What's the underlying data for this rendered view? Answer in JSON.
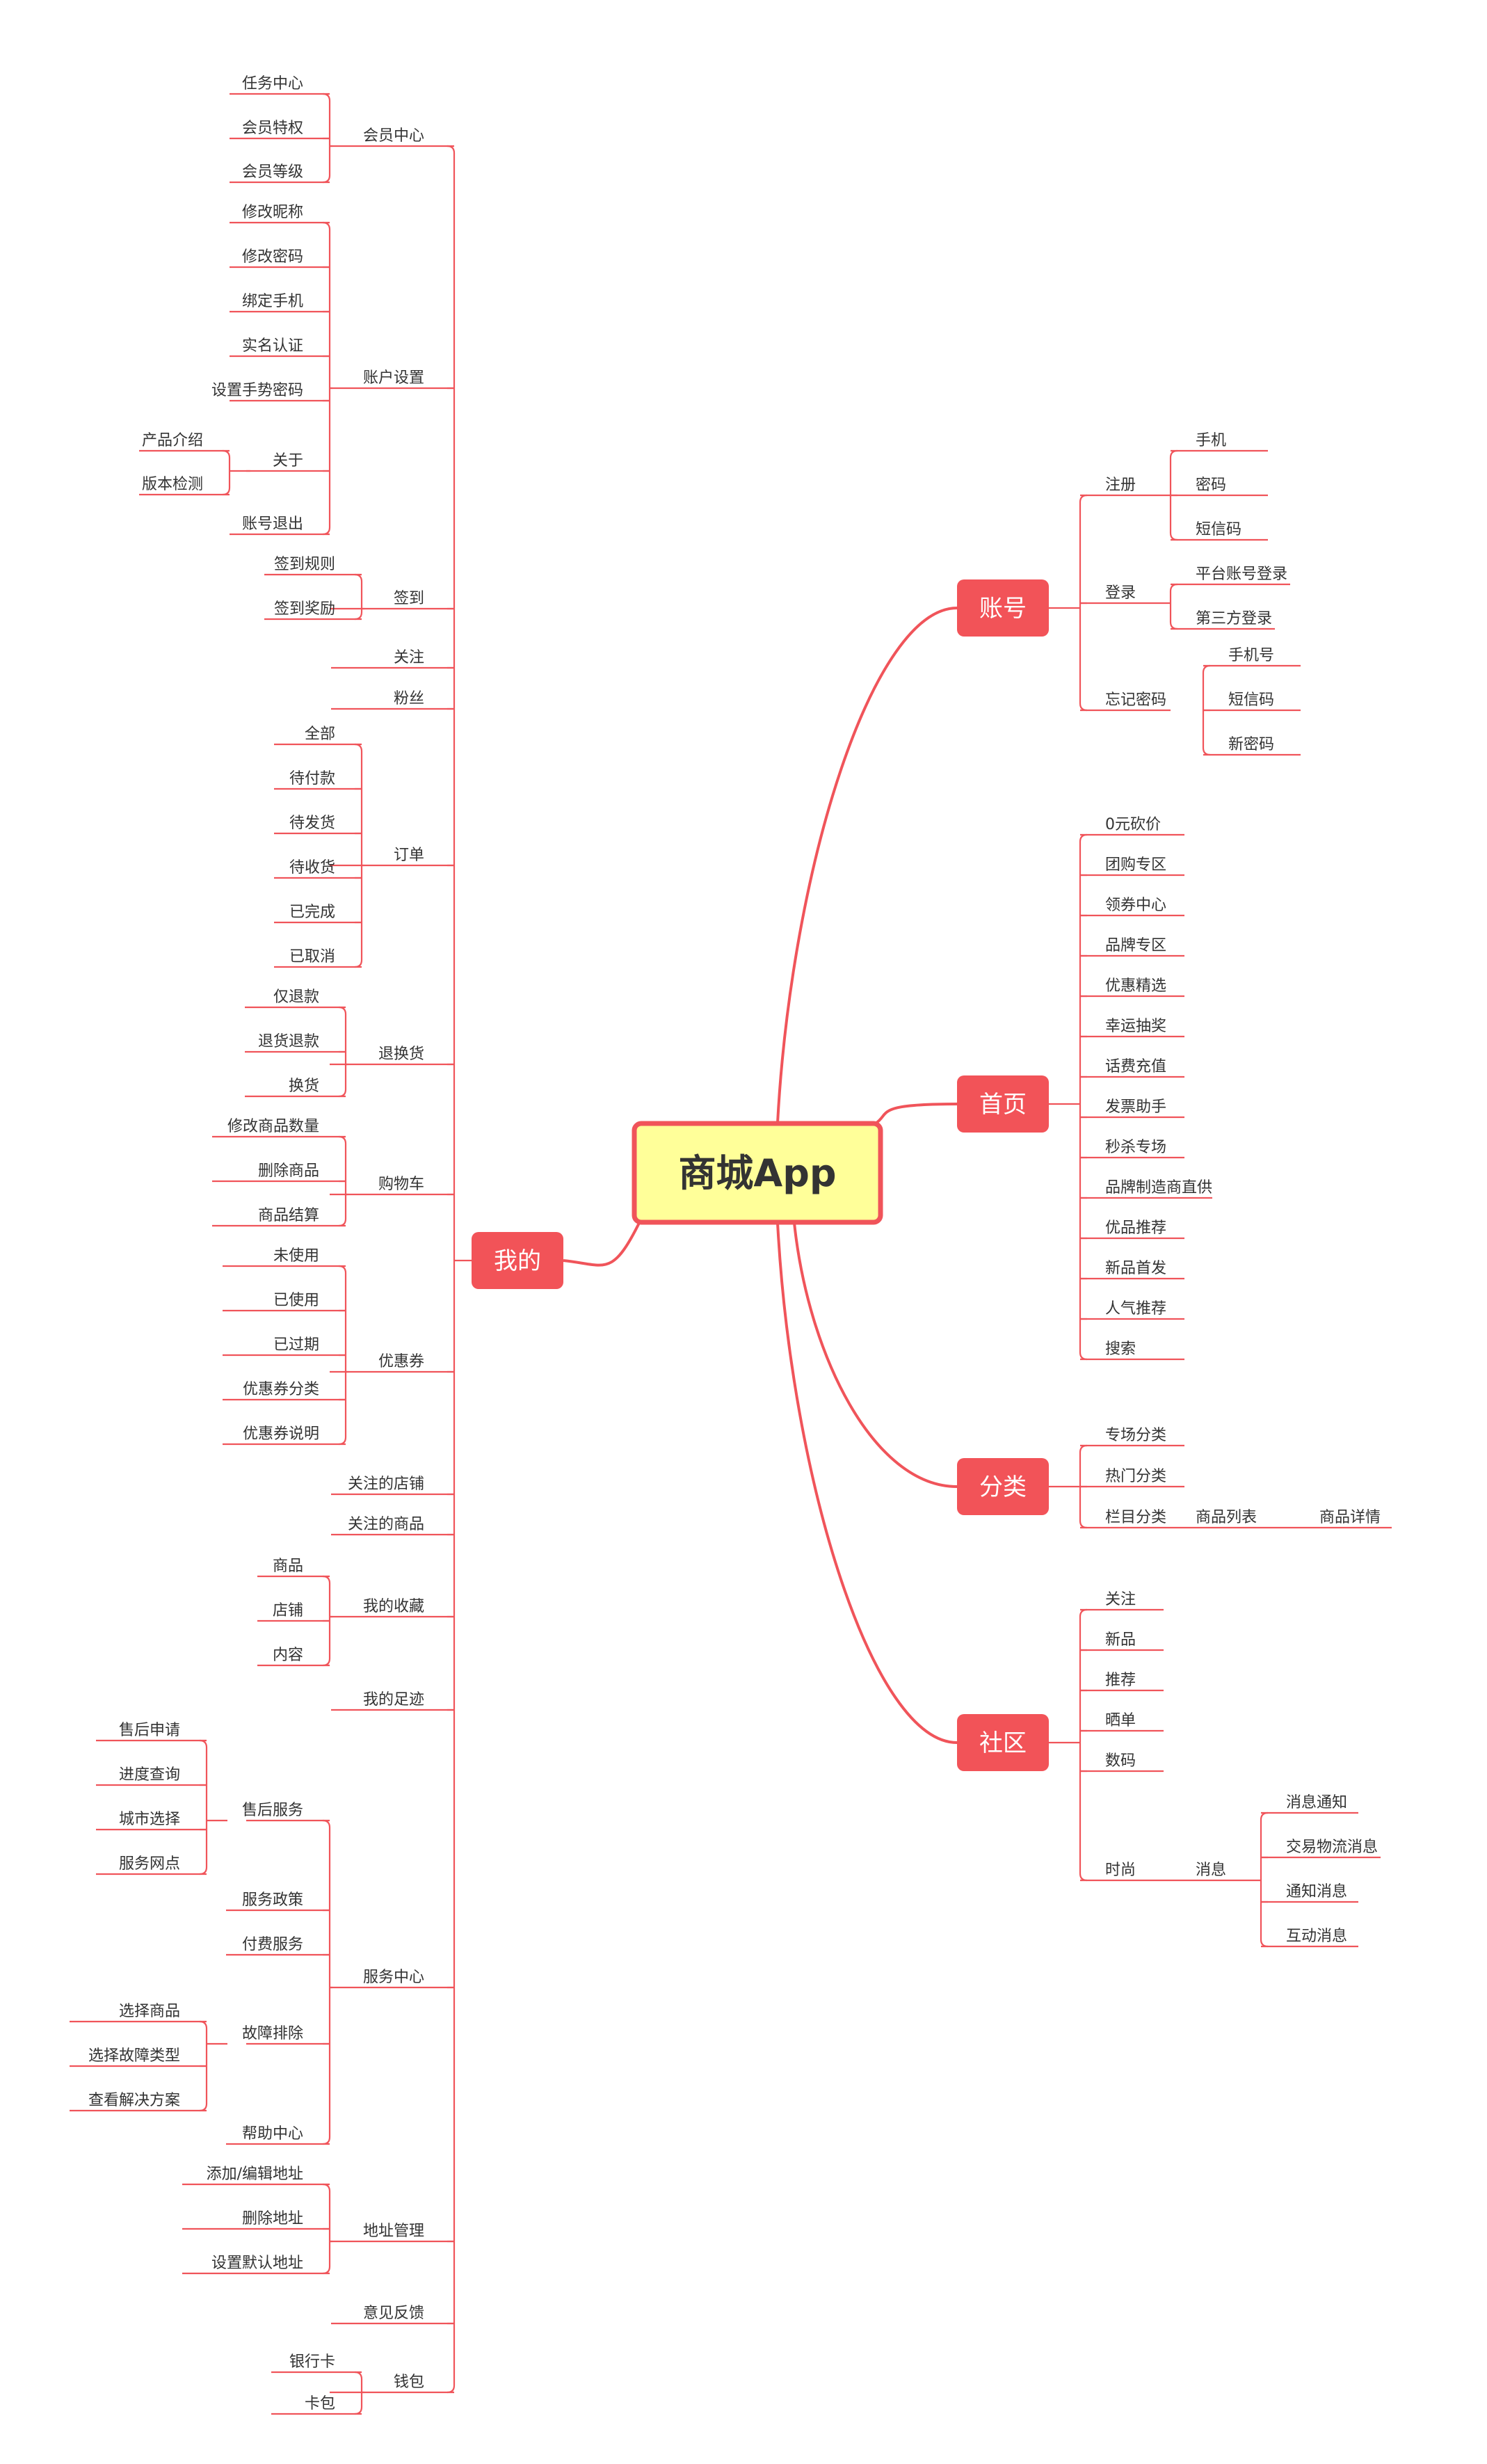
{
  "center": {
    "label": "商城App",
    "fill": "#ffff99",
    "stroke": "#f0545a"
  },
  "colors": {
    "line": "#f0545a",
    "node": "#f25358",
    "text": "#333333"
  },
  "branches": [
    {
      "label": "我的",
      "children": [
        {
          "label": "会员中心",
          "children": [
            {
              "label": "任务中心"
            },
            {
              "label": "会员特权"
            },
            {
              "label": "会员等级"
            }
          ]
        },
        {
          "label": "账户设置",
          "children": [
            {
              "label": "修改昵称"
            },
            {
              "label": "修改密码"
            },
            {
              "label": "绑定手机"
            },
            {
              "label": "实名认证"
            },
            {
              "label": "设置手势密码"
            },
            {
              "label": "关于",
              "children": [
                {
                  "label": "产品介绍"
                },
                {
                  "label": "版本检测"
                }
              ]
            },
            {
              "label": "账号退出"
            }
          ]
        },
        {
          "label": "签到",
          "children": [
            {
              "label": "签到规则"
            },
            {
              "label": "签到奖励"
            }
          ]
        },
        {
          "label": "关注"
        },
        {
          "label": "粉丝"
        },
        {
          "label": "订单",
          "children": [
            {
              "label": "全部"
            },
            {
              "label": "待付款"
            },
            {
              "label": "待发货"
            },
            {
              "label": "待收货"
            },
            {
              "label": "已完成"
            },
            {
              "label": "已取消"
            }
          ]
        },
        {
          "label": "退换货",
          "children": [
            {
              "label": "仅退款"
            },
            {
              "label": "退货退款"
            },
            {
              "label": "换货"
            }
          ]
        },
        {
          "label": "购物车",
          "children": [
            {
              "label": "修改商品数量"
            },
            {
              "label": "删除商品"
            },
            {
              "label": "商品结算"
            }
          ]
        },
        {
          "label": "优惠券",
          "children": [
            {
              "label": "未使用"
            },
            {
              "label": "已使用"
            },
            {
              "label": "已过期"
            },
            {
              "label": "优惠券分类"
            },
            {
              "label": "优惠券说明"
            }
          ]
        },
        {
          "label": "关注的店铺"
        },
        {
          "label": "关注的商品"
        },
        {
          "label": "我的收藏",
          "children": [
            {
              "label": "商品"
            },
            {
              "label": "店铺"
            },
            {
              "label": "内容"
            }
          ]
        },
        {
          "label": "我的足迹"
        },
        {
          "label": "服务中心",
          "children": [
            {
              "label": "售后服务",
              "children": [
                {
                  "label": "售后申请"
                },
                {
                  "label": "进度查询"
                },
                {
                  "label": "城市选择"
                },
                {
                  "label": "服务网点"
                }
              ]
            },
            {
              "label": "服务政策"
            },
            {
              "label": "付费服务"
            },
            {
              "label": "故障排除",
              "children": [
                {
                  "label": "选择商品"
                },
                {
                  "label": "选择故障类型"
                },
                {
                  "label": "查看解决方案"
                }
              ]
            },
            {
              "label": "帮助中心"
            }
          ]
        },
        {
          "label": "地址管理",
          "children": [
            {
              "label": "添加/编辑地址"
            },
            {
              "label": "删除地址"
            },
            {
              "label": "设置默认地址"
            }
          ]
        },
        {
          "label": "意见反馈"
        },
        {
          "label": "钱包",
          "children": [
            {
              "label": "银行卡"
            },
            {
              "label": "卡包"
            }
          ]
        }
      ]
    },
    {
      "label": "账号",
      "children": [
        {
          "label": "注册",
          "children": [
            {
              "label": "手机"
            },
            {
              "label": "密码"
            },
            {
              "label": "短信码"
            }
          ]
        },
        {
          "label": "登录",
          "children": [
            {
              "label": "平台账号登录"
            },
            {
              "label": "第三方登录"
            }
          ]
        },
        {
          "label": "忘记密码",
          "children": [
            {
              "label": "手机号"
            },
            {
              "label": "短信码"
            },
            {
              "label": "新密码"
            }
          ]
        }
      ]
    },
    {
      "label": "首页",
      "children": [
        {
          "label": "0元砍价"
        },
        {
          "label": "团购专区"
        },
        {
          "label": "领券中心"
        },
        {
          "label": "品牌专区"
        },
        {
          "label": "优惠精选"
        },
        {
          "label": "幸运抽奖"
        },
        {
          "label": "话费充值"
        },
        {
          "label": "发票助手"
        },
        {
          "label": "秒杀专场"
        },
        {
          "label": "品牌制造商直供"
        },
        {
          "label": "优品推荐"
        },
        {
          "label": "新品首发"
        },
        {
          "label": "人气推荐"
        },
        {
          "label": "搜索"
        }
      ]
    },
    {
      "label": "分类",
      "children": [
        {
          "label": "专场分类"
        },
        {
          "label": "热门分类"
        },
        {
          "label": "栏目分类",
          "children": [
            {
              "label": "商品列表",
              "children": [
                {
                  "label": "商品详情"
                }
              ]
            }
          ]
        }
      ]
    },
    {
      "label": "社区",
      "children": [
        {
          "label": "关注"
        },
        {
          "label": "新品"
        },
        {
          "label": "推荐"
        },
        {
          "label": "晒单"
        },
        {
          "label": "数码"
        },
        {
          "label": "时尚",
          "children": [
            {
              "label": "消息",
              "children": [
                {
                  "label": "消息通知"
                },
                {
                  "label": "交易物流消息"
                },
                {
                  "label": "通知消息"
                },
                {
                  "label": "互动消息"
                }
              ]
            }
          ]
        }
      ]
    }
  ]
}
